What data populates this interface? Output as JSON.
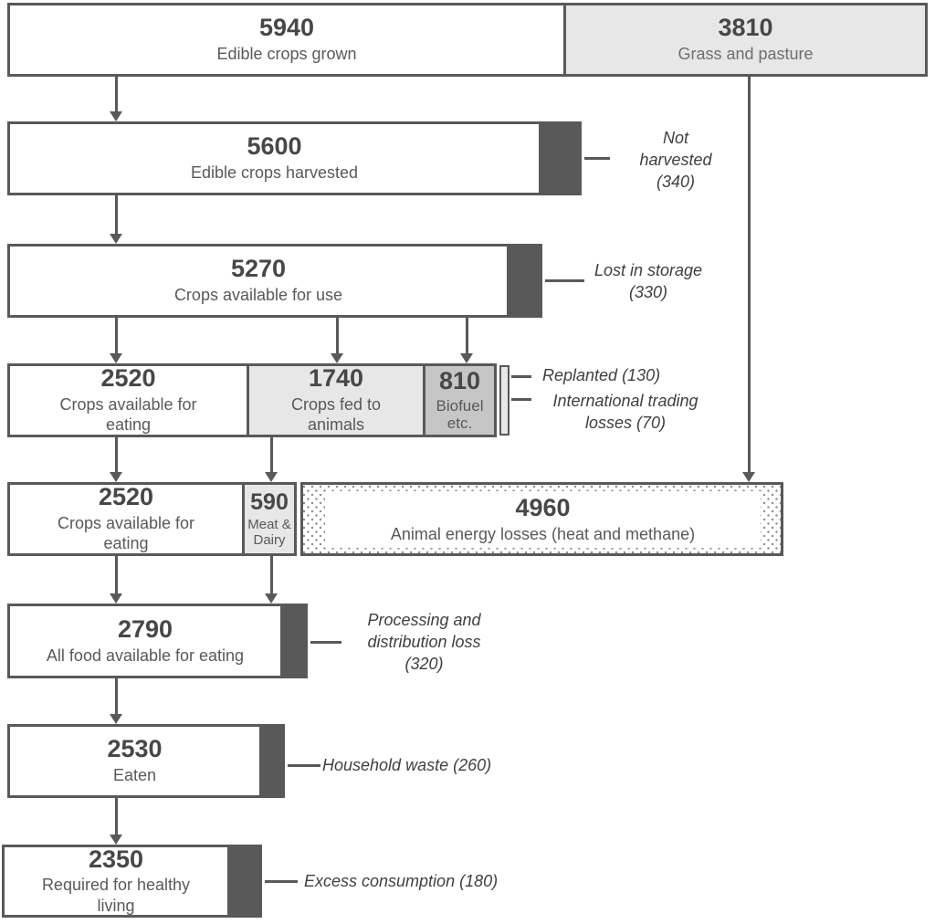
{
  "colors": {
    "line": "#595959",
    "light_fill": "#e7e7e7",
    "mid_fill": "#c6c6c6",
    "num": "#474747",
    "lbl": "#595959",
    "note": "#3f3f3f"
  },
  "nodes": {
    "edible_crops_grown": {
      "value": "5940",
      "label": "Edible crops grown"
    },
    "grass_and_pasture": {
      "value": "3810",
      "label": "Grass and pasture"
    },
    "edible_crops_harvested": {
      "value": "5600",
      "label": "Edible crops harvested"
    },
    "crops_available_for_use": {
      "value": "5270",
      "label": "Crops available for use"
    },
    "crops_for_eating_a": {
      "value": "2520",
      "label": "Crops available for eating"
    },
    "crops_fed_to_animals": {
      "value": "1740",
      "label": "Crops fed to animals"
    },
    "biofuel_etc": {
      "value": "810",
      "label": "Biofuel etc."
    },
    "crops_for_eating_b": {
      "value": "2520",
      "label": "Crops available for eating"
    },
    "meat_and_dairy": {
      "value": "590",
      "label": "Meat & Dairy"
    },
    "animal_energy_losses": {
      "value": "4960",
      "label": "Animal energy losses (heat and methane)"
    },
    "all_food_available": {
      "value": "2790",
      "label": "All food available for eating"
    },
    "eaten": {
      "value": "2530",
      "label": "Eaten"
    },
    "required_healthy_living": {
      "value": "2350",
      "label": "Required for healthy living"
    }
  },
  "annotations": {
    "not_harvested": "Not harvested (340)",
    "lost_in_storage": "Lost in storage (330)",
    "replanted": "Replanted (130)",
    "international_trading_losses": "International trading losses (70)",
    "processing_distribution_loss": "Processing and distribution loss (320)",
    "household_waste": "Household waste (260)",
    "excess_consumption": "Excess consumption (180)"
  }
}
